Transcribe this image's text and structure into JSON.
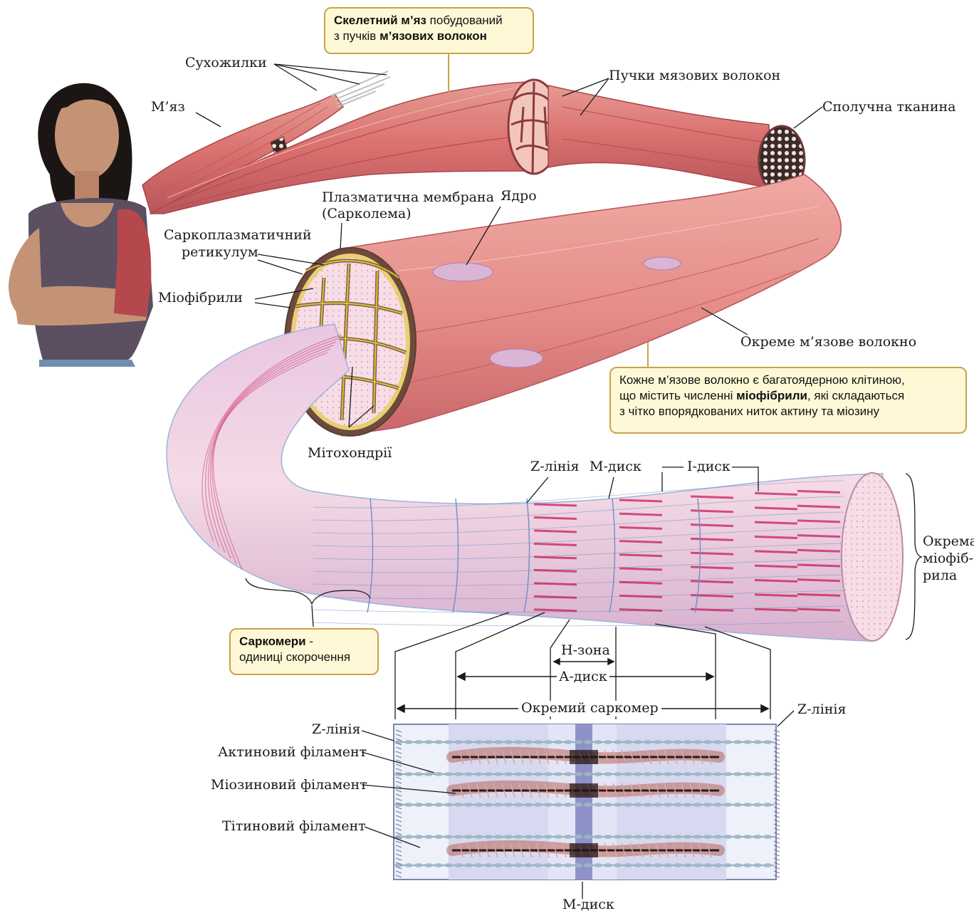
{
  "callouts": {
    "skeletal_muscle": {
      "bold1": "Скелетний м’яз",
      "text1": " побудований",
      "text2": "з пучків ",
      "bold2": "м’язових волокон"
    },
    "muscle_fiber": {
      "line1": "Кожне м’язове волокно є багатоядерною клітиною,",
      "line2a": "що містить численні ",
      "line2b": "міофібрили",
      "line2c": ", які складаються",
      "line3": "з чітко впорядкованих ниток актину та міозину"
    },
    "sarcomeres": {
      "bold": "Саркомери",
      "text1": " -",
      "text2": "одиниці скорочення"
    }
  },
  "labels": {
    "tendons": "Сухожилки",
    "muscle": "М’яз",
    "fascicles": "Пучки мязових волокон",
    "connective_tissue": "Сполучна тканина",
    "plasma_membrane": "Плазматична мембрана",
    "sarcolemma": "(Сарколема)",
    "nucleus": "Ядро",
    "sr_line1": "Саркоплазматичний",
    "sr_line2": "ретикулум",
    "myofibrils": "Міофібрили",
    "single_fiber": "Окреме м’язове волокно",
    "mitochondria": "Мітохондрії",
    "z_line_top": "Z-лінія",
    "m_disc_top": "М-диск",
    "i_disc": "I-диск",
    "single_myofibril_1": "Окрема",
    "single_myofibril_2": "міофіб-",
    "single_myofibril_3": "рила",
    "h_zone": "Н-зона",
    "a_disc": "А-диск",
    "single_sarcomere": "Окремий саркомер",
    "z_line_right": "Z-лінія",
    "z_line_left": "Z-лінія",
    "actin": "Актиновий філамент",
    "myosin": "Міозиновий філамент",
    "titin": "Тітиновий філамент",
    "m_disc_bottom": "М-диск"
  },
  "colors": {
    "muscle": "#d9706e",
    "muscle_dark": "#a8474a",
    "myofibril_pink": "#f2c7d2",
    "band_magenta": "#c81e5a",
    "z_blue": "#6d8fc9",
    "m_band": "#8f92c9",
    "callout_bg": "#fff8d6",
    "callout_border": "#c9a449"
  }
}
